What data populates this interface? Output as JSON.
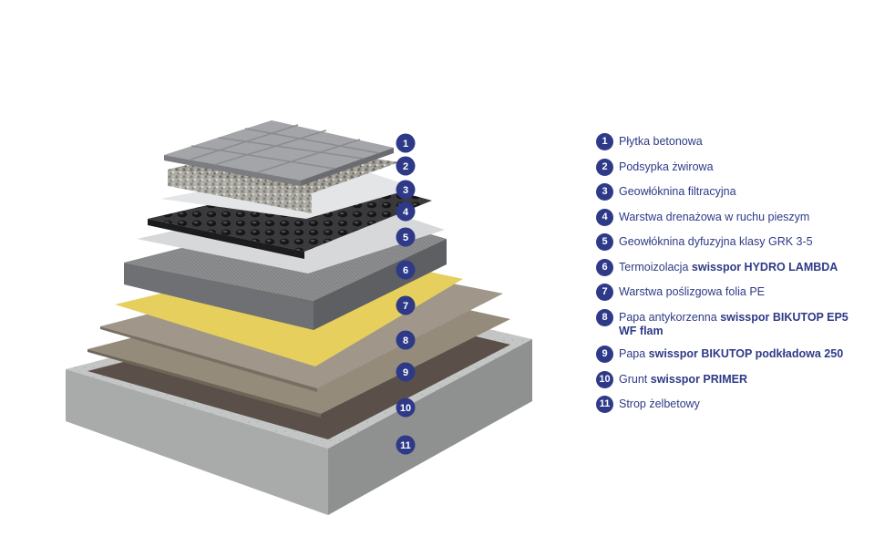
{
  "diagram": {
    "colors": {
      "marker": "#2e3a87",
      "legend_text": "#2e3a87",
      "concrete_slab": "#c7c9c9",
      "primer": "#5b5049",
      "bitumen_membrane": "#958b7a",
      "pe_foil": "#e6cf5c",
      "insulation": "#8c8e90",
      "geotextile": "#d6d8da",
      "drainage": "#2b2b2d",
      "gravel": "#9b9991",
      "paving": "#a3a5a8"
    },
    "markers": [
      "1",
      "2",
      "3",
      "4",
      "5",
      "6",
      "7",
      "8",
      "9",
      "10",
      "11"
    ]
  },
  "legend": {
    "items": [
      {
        "num": "1",
        "text": "Płytka betonowa",
        "bold": ""
      },
      {
        "num": "2",
        "text": "Podsypka żwirowa",
        "bold": ""
      },
      {
        "num": "3",
        "text": "Geowłóknina filtracyjna",
        "bold": ""
      },
      {
        "num": "4",
        "text": "Warstwa drenażowa w ruchu pieszym",
        "bold": ""
      },
      {
        "num": "5",
        "text": "Geowłóknina dyfuzyjna klasy GRK 3-5",
        "bold": ""
      },
      {
        "num": "6",
        "text": "Termoizolacja ",
        "bold": "swisspor HYDRO LAMBDA"
      },
      {
        "num": "7",
        "text": "Warstwa poślizgowa folia PE",
        "bold": ""
      },
      {
        "num": "8",
        "text": "Papa antykorzenna ",
        "bold": "swisspor BIKUTOP EP5 WF flam"
      },
      {
        "num": "9",
        "text": "Papa ",
        "bold": "swisspor BIKUTOP podkładowa 250",
        "after": ""
      },
      {
        "num": "10",
        "text": "Grunt ",
        "bold": "swisspor PRIMER"
      },
      {
        "num": "11",
        "text": "Strop żelbetowy",
        "bold": ""
      }
    ]
  }
}
